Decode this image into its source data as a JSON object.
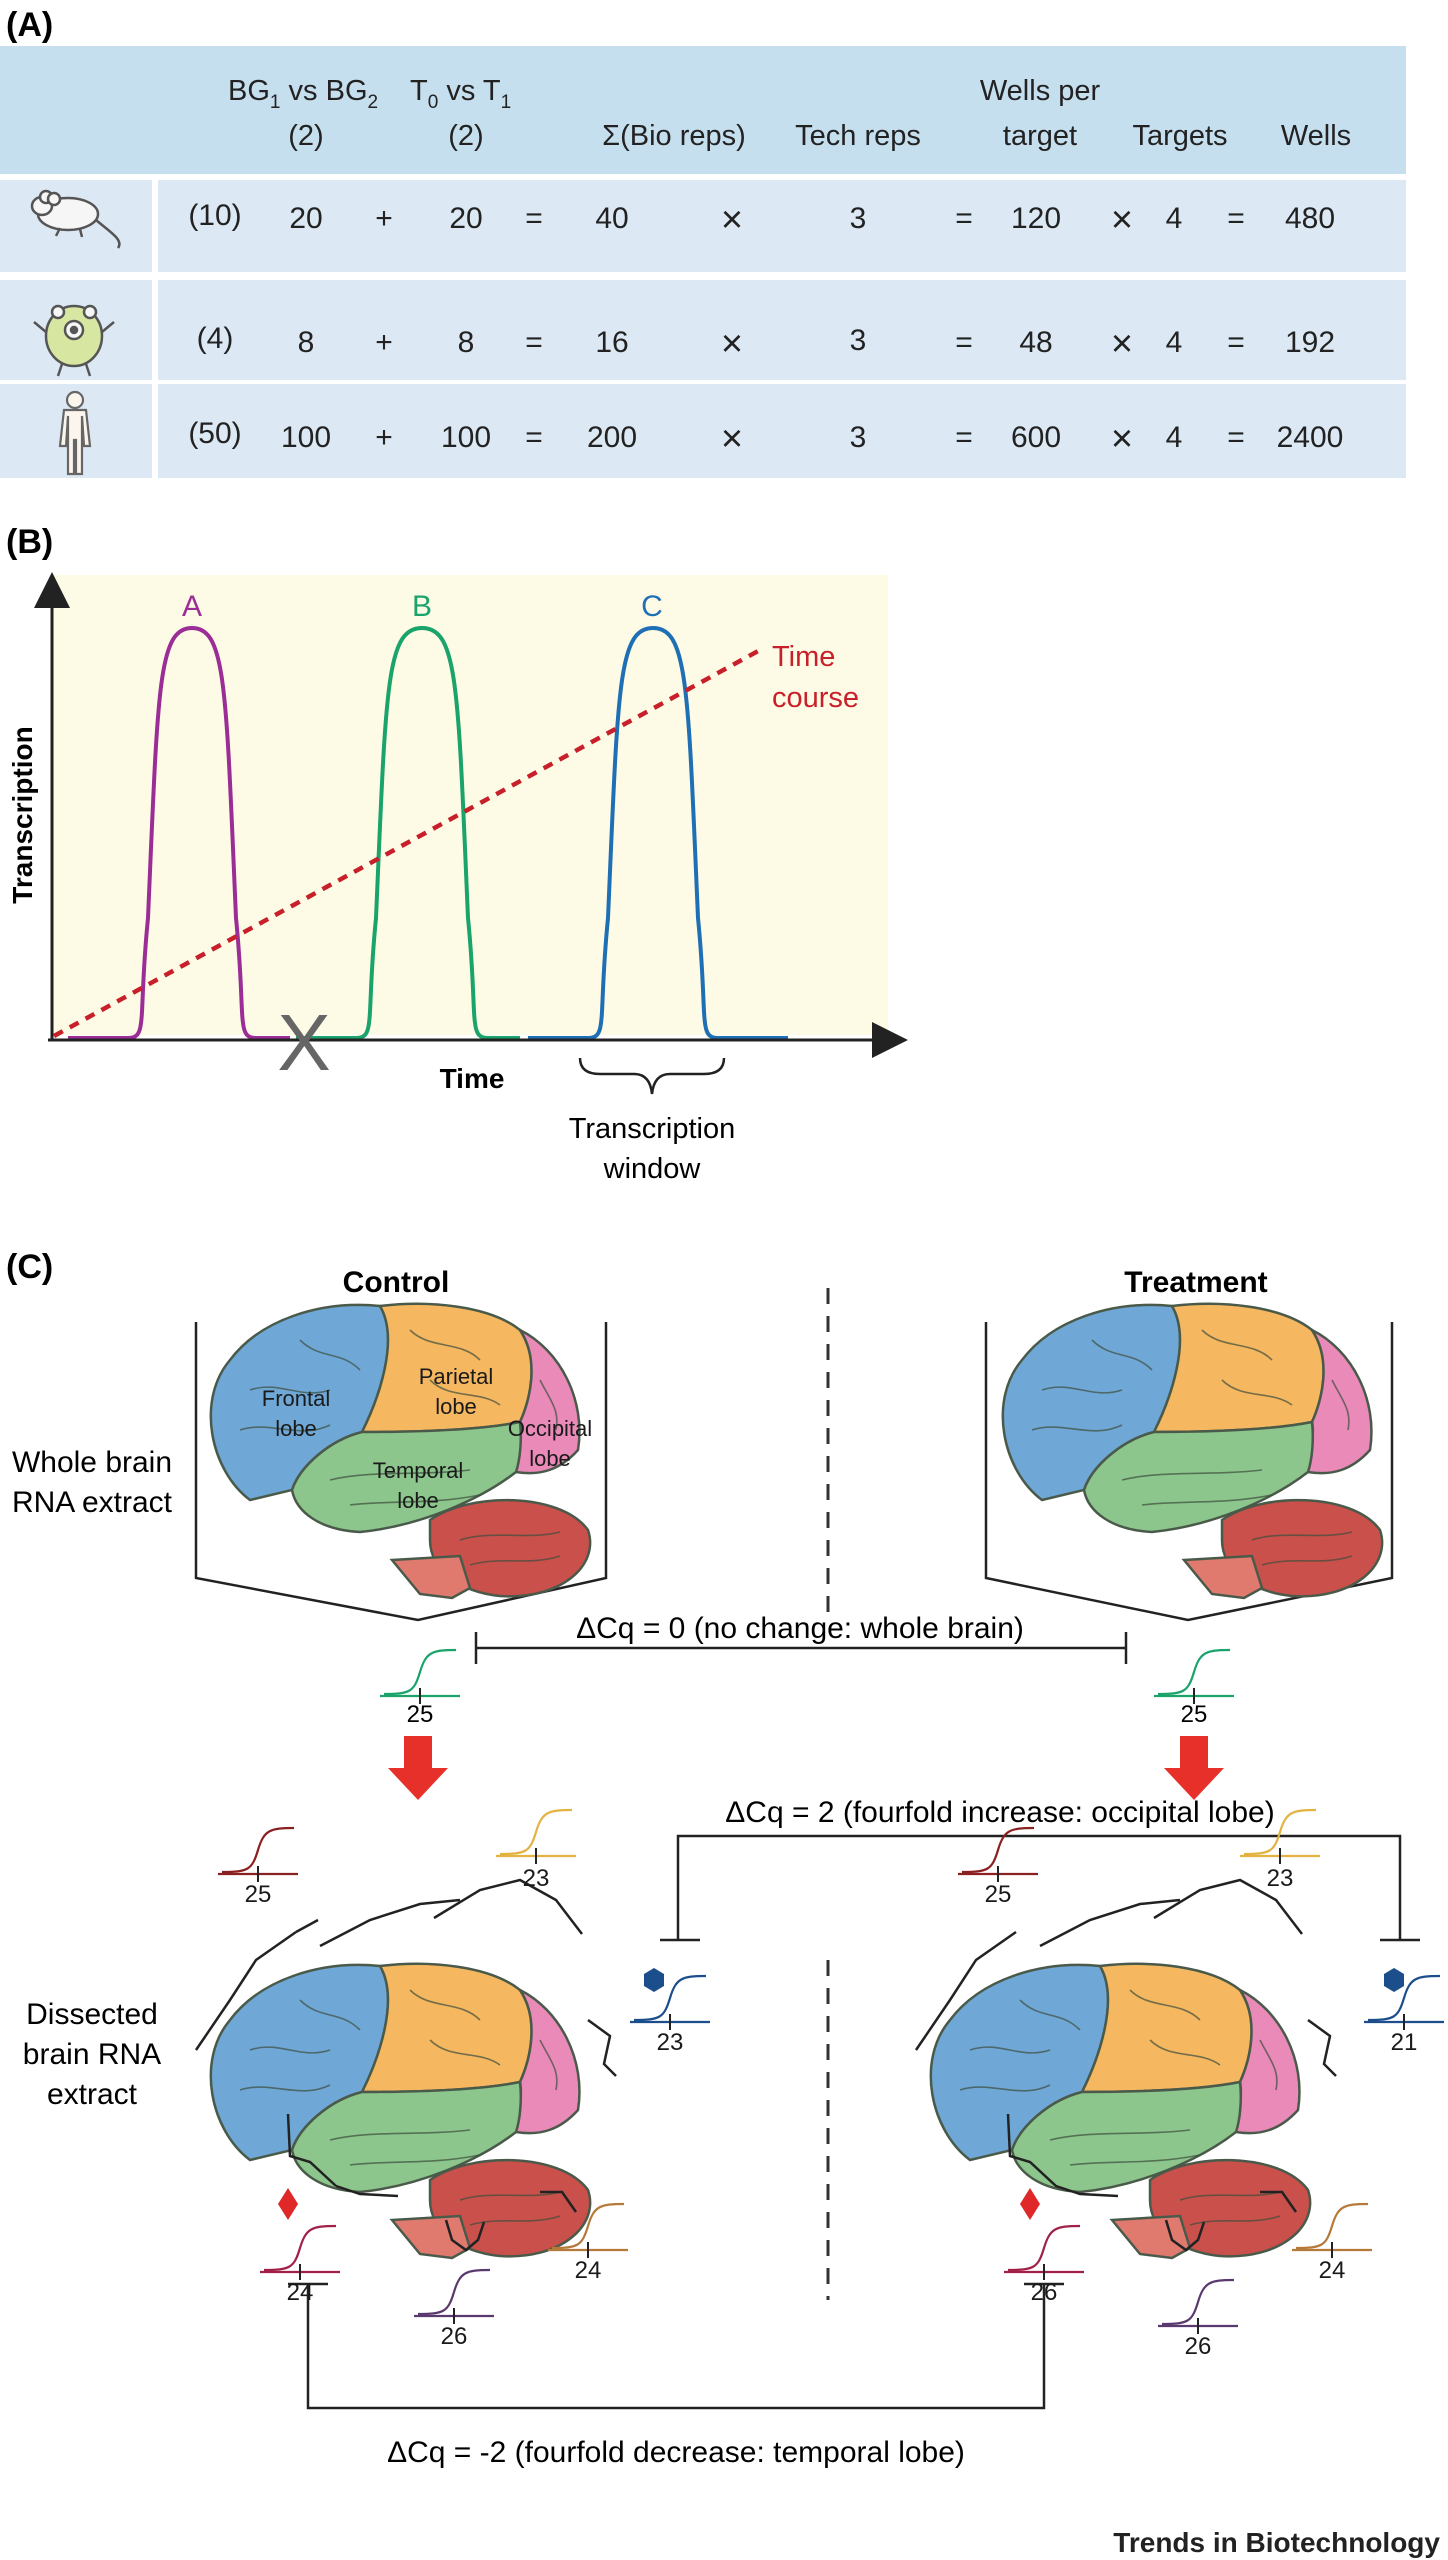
{
  "panels": {
    "a": "(A)",
    "b": "(B)",
    "c": "(C)"
  },
  "table": {
    "headers": {
      "bg_main": "BG",
      "bg_sub1": "1",
      "bg_vs": " vs BG",
      "bg_sub2": "2",
      "bg_count": "(2)",
      "t_main": "T",
      "t_sub0": "0",
      "t_vs": " vs T",
      "t_sub1": "1",
      "t_count": "(2)",
      "bio_reps": "Σ(Bio reps)",
      "tech_reps": "Tech reps",
      "wells_per_target_1": "Wells per",
      "wells_per_target_2": "target",
      "targets": "Targets",
      "wells": "Wells"
    },
    "rows": [
      {
        "icon": "mouse-icon",
        "n": "(10)",
        "bg": "20",
        "plus": "+",
        "t": "20",
        "eq1": "=",
        "bio": "40",
        "times1": "×",
        "tech": "3",
        "eq2": "=",
        "wpt": "120",
        "times2": "×",
        "targets": "4",
        "eq3": "=",
        "wells": "480"
      },
      {
        "icon": "cell-icon",
        "n": "(4)",
        "bg": "8",
        "plus": "+",
        "t": "8",
        "eq1": "=",
        "bio": "16",
        "times1": "×",
        "tech": "3",
        "eq2": "=",
        "wpt": "48",
        "times2": "×",
        "targets": "4",
        "eq3": "=",
        "wells": "192"
      },
      {
        "icon": "human-icon",
        "n": "(50)",
        "bg": "100",
        "plus": "+",
        "t": "100",
        "eq1": "=",
        "bio": "200",
        "times1": "×",
        "tech": "3",
        "eq2": "=",
        "wpt": "600",
        "times2": "×",
        "targets": "4",
        "eq3": "=",
        "wells": "2400"
      }
    ]
  },
  "plot": {
    "ylabel": "Transcription",
    "xlabel": "Time",
    "peaks": [
      "A",
      "B",
      "C"
    ],
    "timecourse_1": "Time",
    "timecourse_2": "course",
    "window_1": "Transcription",
    "window_2": "window",
    "x_mark": "X",
    "colors": {
      "A": "#9b2d96",
      "B": "#1aa36a",
      "C": "#1f6fb4",
      "timecourse": "#c8202a",
      "background": "#fdfbe6"
    }
  },
  "brain": {
    "control": "Control",
    "treatment": "Treatment",
    "whole_1": "Whole brain",
    "whole_2": "RNA extract",
    "dissected_1": "Dissected",
    "dissected_2": "brain RNA",
    "dissected_3": "extract",
    "lobes": {
      "frontal_1": "Frontal",
      "frontal_2": "lobe",
      "parietal_1": "Parietal",
      "parietal_2": "lobe",
      "occipital_1": "Occipital",
      "occipital_2": "lobe",
      "temporal_1": "Temporal",
      "temporal_2": "lobe"
    },
    "dcq_whole": "ΔCq = 0 (no change: whole brain)",
    "dcq_occipital": "ΔCq = 2 (fourfold increase: occipital lobe)",
    "dcq_temporal": "ΔCq = -2 (fourfold decrease: temporal lobe)",
    "control_whole_cq": "25",
    "treatment_whole_cq": "25",
    "control_cq": {
      "frontal": "25",
      "parietal": "23",
      "occipital": "23",
      "temporal": "24",
      "cerebellum": "26",
      "brainstem": "24"
    },
    "treatment_cq": {
      "frontal": "25",
      "parietal": "23",
      "occipital": "21",
      "temporal": "26",
      "cerebellum": "26",
      "brainstem": "24"
    },
    "colors": {
      "frontal": "#6fa8d6",
      "parietal": "#f5b760",
      "occipital": "#e98ab9",
      "temporal": "#8cc68c",
      "cerebellum": "#c9504b",
      "stem": "#e07a6e"
    }
  },
  "footer": "Trends in Biotechnology"
}
